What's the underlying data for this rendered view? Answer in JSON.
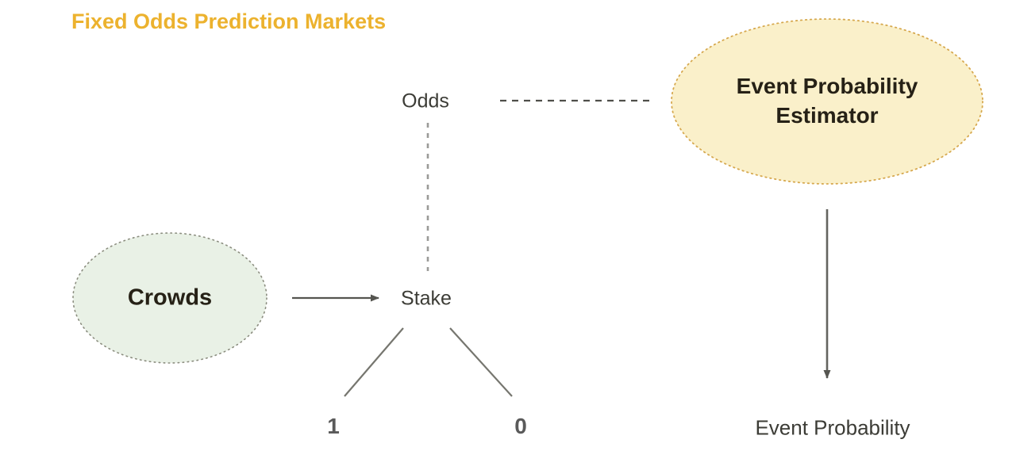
{
  "title": "Fixed Odds Prediction Markets",
  "colors": {
    "title_accent": "#ecb22e",
    "estimator_fill": "#faf0ca",
    "estimator_border": "#d6a84e",
    "crowds_fill": "#e9f1e6",
    "crowds_border": "#8b8d7f",
    "connector_gray": "#5f5f5f",
    "label_text": "#3c3c36",
    "node_text": "#262116"
  },
  "nodes": {
    "crowds": {
      "label": "Crowds",
      "fill": "#e9f1e6"
    },
    "estimator": {
      "label_line1": "Event Probability",
      "label_line2": "Estimator",
      "fill": "#faf0ca"
    }
  },
  "labels": {
    "odds": "Odds",
    "stake": "Stake",
    "outcome_one": "1",
    "outcome_zero": "0",
    "event_probability": "Event Probability"
  }
}
